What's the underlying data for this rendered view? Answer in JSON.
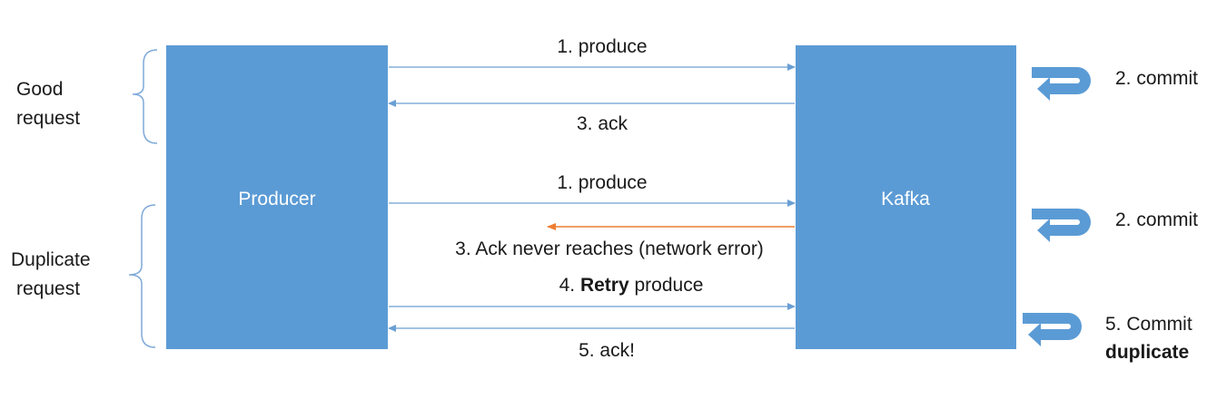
{
  "nodes": {
    "producer": "Producer",
    "kafka": "Kafka"
  },
  "groups": {
    "good": [
      "Good",
      "request"
    ],
    "duplicate": [
      "Duplicate",
      "request"
    ]
  },
  "messages": {
    "produce_1": "1. produce",
    "ack_3": "3. ack",
    "produce_1b": "1. produce",
    "ack_lost": "3. Ack never reaches (network error)",
    "retry_num": "4. ",
    "retry_bold": "Retry",
    "retry_rest": " produce",
    "ack_5": "5. ack!"
  },
  "commits": {
    "commit_a": "2. commit",
    "commit_b": "2. commit",
    "commit_dup_line1": "5. Commit",
    "commit_dup_line2": "duplicate"
  },
  "colors": {
    "box_fill": "#5b9bd5",
    "arrow": "#6a9fd4",
    "error_arrow": "#ed7d31",
    "brace": "#7fa9d9",
    "text": "#1a1a1a",
    "box_text": "#ffffff"
  }
}
